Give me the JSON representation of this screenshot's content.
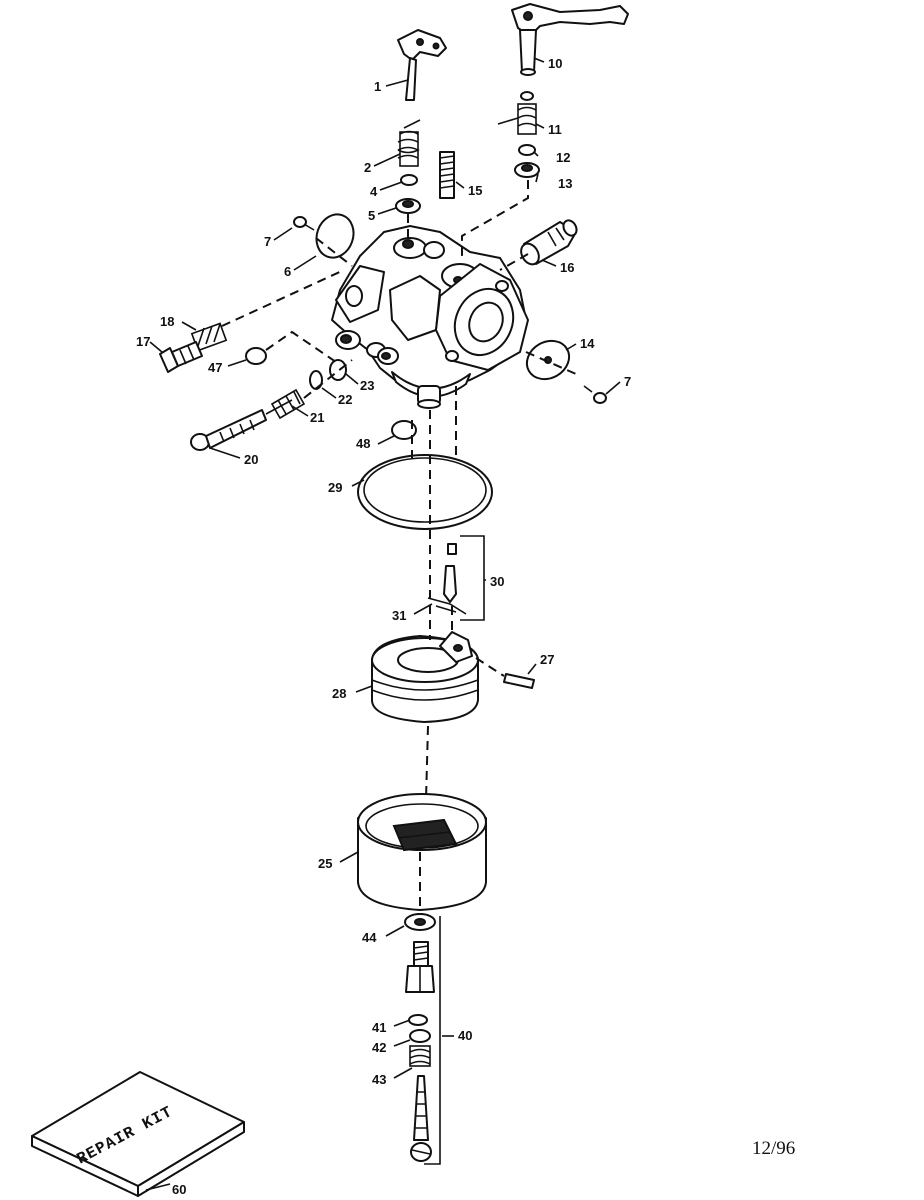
{
  "diagram": {
    "date_code": "12/96",
    "repair_kit_label": "REPAIR KIT",
    "callouts": [
      "1",
      "10",
      "11",
      "12",
      "13",
      "2",
      "4",
      "5",
      "15",
      "7",
      "6",
      "16",
      "18",
      "17",
      "47",
      "23",
      "22",
      "21",
      "20",
      "14",
      "7",
      "48",
      "29",
      "30",
      "31",
      "27",
      "28",
      "25",
      "44",
      "41",
      "42",
      "40",
      "43",
      "60"
    ]
  }
}
